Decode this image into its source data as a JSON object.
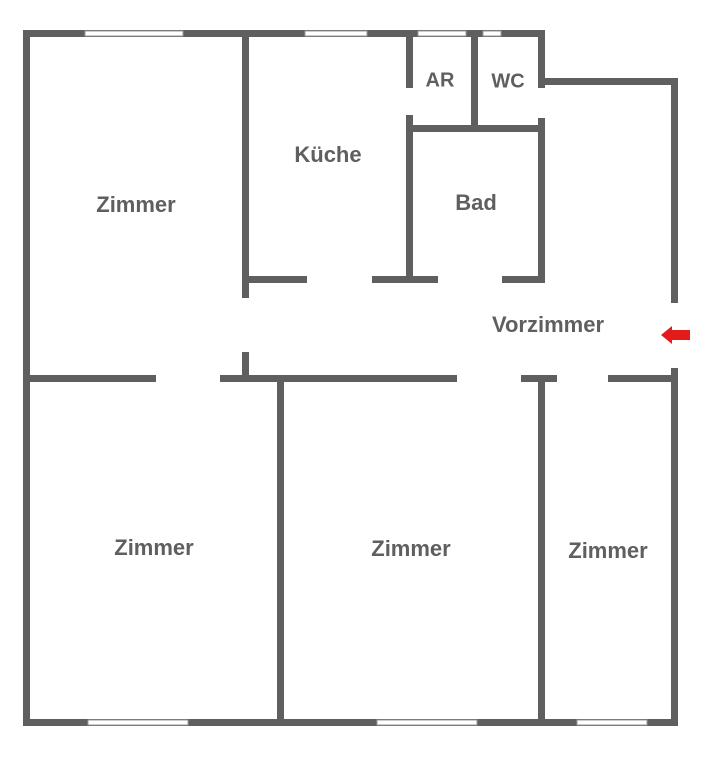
{
  "floor_plan": {
    "rooms": {
      "zimmer_top_left": "Zimmer",
      "kueche": "Küche",
      "ar": "AR",
      "wc": "WC",
      "bad": "Bad",
      "vorzimmer": "Vorzimmer",
      "zimmer_bottom_left": "Zimmer",
      "zimmer_bottom_middle": "Zimmer",
      "zimmer_bottom_right": "Zimmer"
    },
    "entrance": {
      "icon": "entrance-arrow-icon",
      "color": "#e31b1b"
    },
    "colors": {
      "wall": "#5f5f5f",
      "label": "#5f5f5f",
      "background": "#ffffff"
    }
  }
}
